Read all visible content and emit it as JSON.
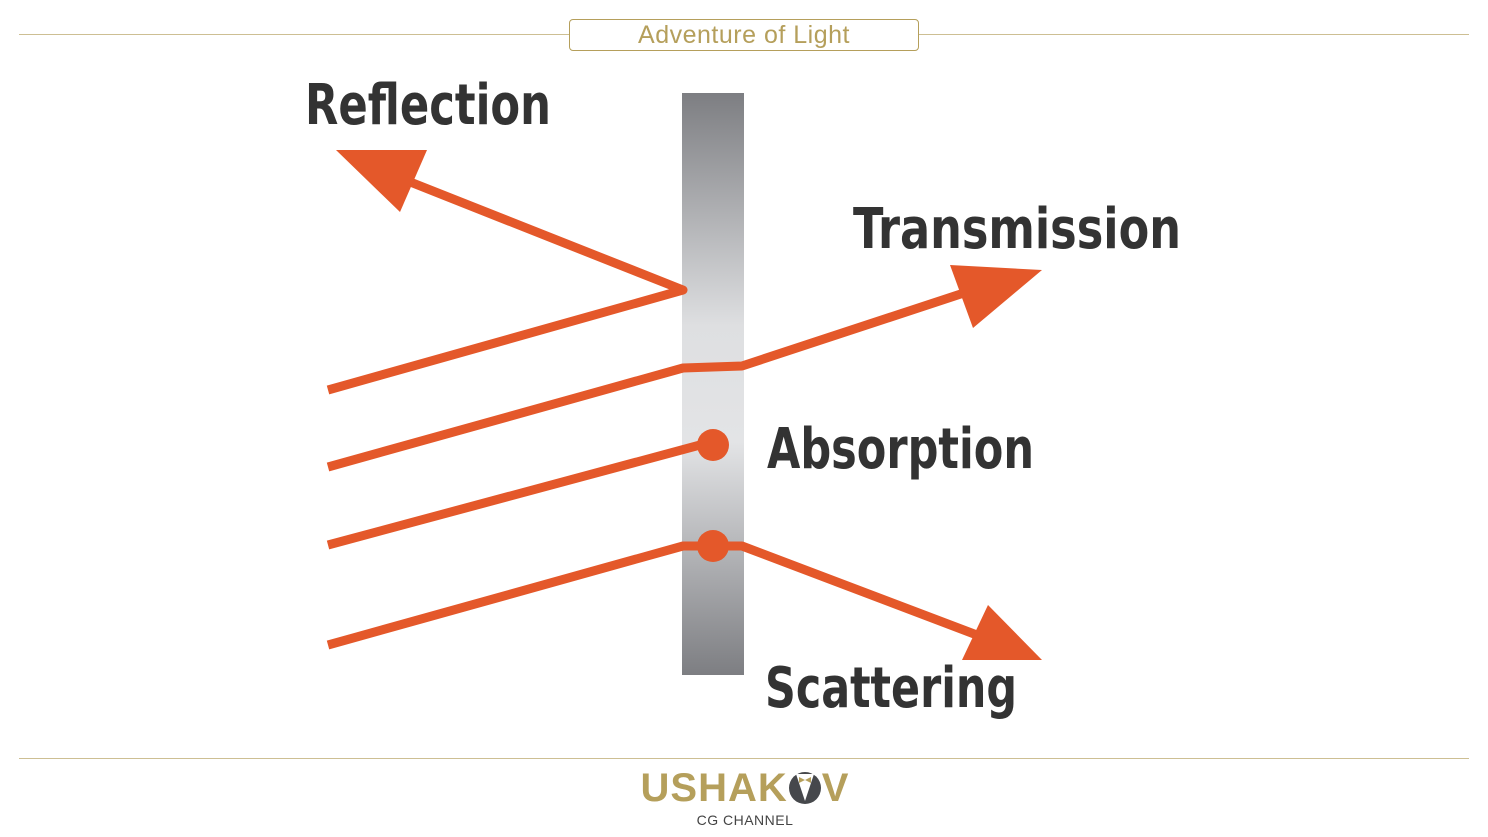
{
  "header": {
    "title": "Adventure of Light"
  },
  "diagram": {
    "labels": {
      "reflection": "Reflection",
      "transmission": "Transmission",
      "absorption": "Absorption",
      "scattering": "Scattering"
    },
    "colors": {
      "ray": "#e4582a",
      "text": "#333333",
      "accent": "#b59f5b"
    }
  },
  "footer": {
    "logo_name": "USHAKOV",
    "logo_sub": "CG CHANNEL"
  }
}
